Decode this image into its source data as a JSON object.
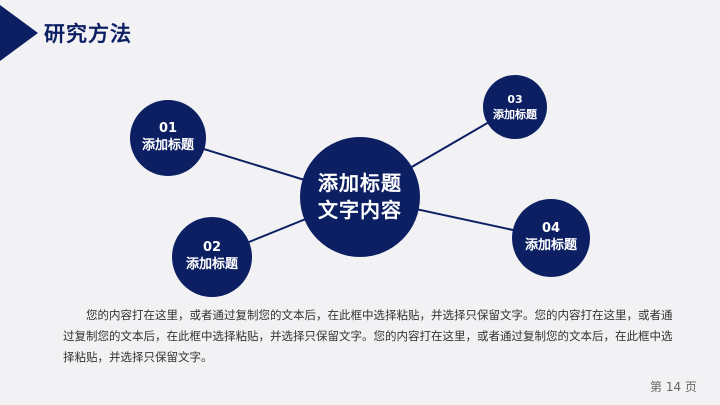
{
  "header": {
    "title": "研究方法",
    "accent_color": "#0c1f63"
  },
  "diagram": {
    "center": {
      "line1": "添加标题",
      "line2": "文字内容"
    },
    "nodes": [
      {
        "num": "01",
        "label": "添加标题"
      },
      {
        "num": "02",
        "label": "添加标题"
      },
      {
        "num": "03",
        "label": "添加标题"
      },
      {
        "num": "04",
        "label": "添加标题"
      }
    ]
  },
  "body": {
    "paragraph": "您的内容打在这里，或者通过复制您的文本后，在此框中选择粘贴，并选择只保留文字。您的内容打在这里，或者通过复制您的文本后，在此框中选择粘贴，并选择只保留文字。您的内容打在这里，或者通过复制您的文本后，在此框中选择粘贴，并选择只保留文字。"
  },
  "footer": {
    "page_label": "第 14 页"
  }
}
